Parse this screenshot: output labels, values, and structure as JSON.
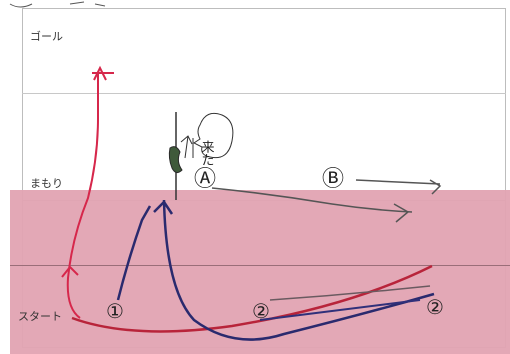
{
  "zones": {
    "goal": "ゴール",
    "defense": "まもり",
    "start": "スタート"
  },
  "markers": {
    "a": "Ⓐ",
    "b": "Ⓑ",
    "one": "①",
    "two_left": "②",
    "two_right": "②"
  },
  "note": {
    "text": "来た"
  },
  "colors": {
    "red_pen": "#d6274b",
    "navy_pen": "#2a2a6e",
    "pink_zone": "#e2a3b2",
    "line_gray": "#c8c8c8"
  }
}
